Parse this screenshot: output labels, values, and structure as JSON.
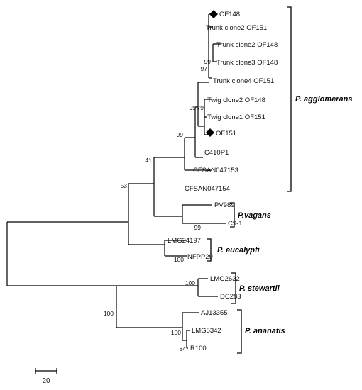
{
  "tree": {
    "taxa": {
      "of148": "OF148",
      "trunk2_151": "Trunk clone2 OF151",
      "trunk2_148": "Trunk clone2 OF148",
      "trunk3_148": "Trunk clone3 OF148",
      "trunk4_151": "Trunk clone4 OF151",
      "twig2_148": "Twig clone2 OF148",
      "twig1_151": "Twig clone1 OF151",
      "of151": "OF151",
      "c410p1": "C410P1",
      "cfsan153": "CFSAN047153",
      "cfsan154": "CFSAN047154",
      "pv989": "PV989",
      "c91": "C9-1",
      "lmg24197": "LMG24197",
      "nfpp29": "NFPP29",
      "lmg2632": "LMG2632",
      "dc283": "DC283",
      "aj13355": "AJ13355",
      "lmg5342": "LMG5342",
      "r100": "R100"
    },
    "bootstrap": {
      "b97": "97",
      "b99_trunk": "99",
      "b99_79": "99",
      "b79": "79",
      "b99_c410": "99",
      "b41": "41",
      "b53": "53",
      "b99_vagans": "99",
      "b100_euc": "100",
      "b100_stew": "100",
      "b100_root": "100",
      "b100_anan": "100",
      "b84": "84"
    },
    "groups": {
      "agglomerans": "P. agglomerans",
      "vagans": "P.vagans",
      "eucalypti": "P. eucalypti",
      "stewartii": "P. stewartii",
      "ananatis": "P. ananatis"
    },
    "scale_bar_label": "20"
  }
}
